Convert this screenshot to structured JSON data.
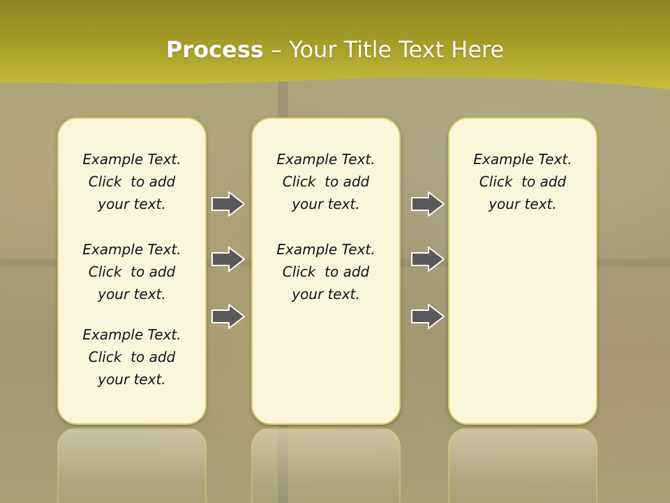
{
  "slide": {
    "title_bold": "Process",
    "title_sep": " – ",
    "title_rest": "Your Title Text Here"
  },
  "columns": [
    {
      "blocks": [
        {
          "line1": "Example Text.",
          "line2": "Click  to add",
          "line3": "your text."
        },
        {
          "line1": "Example Text.",
          "line2": "Click  to add",
          "line3": "your text."
        },
        {
          "line1": "Example Text.",
          "line2": "Click  to add",
          "line3": "your text."
        }
      ]
    },
    {
      "blocks": [
        {
          "line1": "Example Text.",
          "line2": "Click  to add",
          "line3": "your text."
        },
        {
          "line1": "Example Text.",
          "line2": "Click  to add",
          "line3": "your text."
        }
      ]
    },
    {
      "blocks": [
        {
          "line1": "Example Text.",
          "line2": "Click  to add",
          "line3": "your text."
        }
      ]
    }
  ],
  "arrows": {
    "left_group_count": 3,
    "right_group_count": 3,
    "icon": "right-arrow-icon",
    "fill_color": "#595959",
    "stroke_color": "#ffffff"
  },
  "colors": {
    "header": "#a89c1e",
    "panel_fill": "#f9f6d9",
    "panel_border": "#d9cf6a",
    "title_text": "#ffffff"
  }
}
